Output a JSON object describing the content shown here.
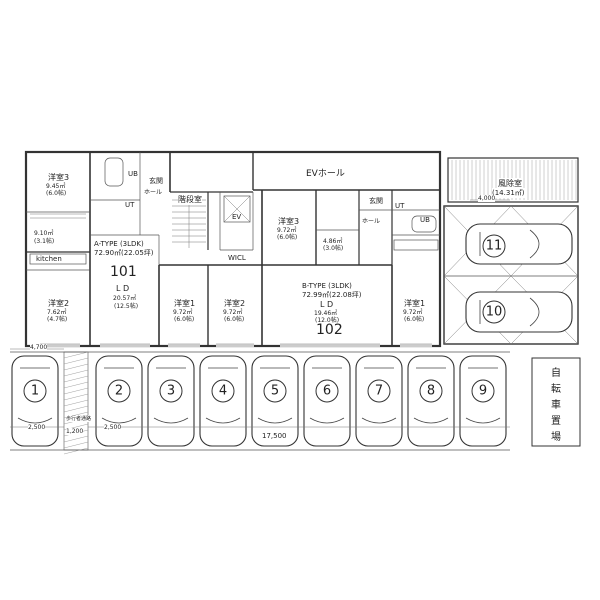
{
  "building": {
    "exterior_hall": "EVホール",
    "stair_hall": "階段室",
    "ev_label": "EV",
    "wicl": "WICL",
    "wind_room": "風除室",
    "wind_room_area": "(14.31㎡)",
    "bike_parking": [
      "自",
      "転",
      "車",
      "置",
      "場"
    ]
  },
  "unit101": {
    "number": "101",
    "type_label": "A-TYPE (3LDK)",
    "type_area": "72.90㎡(22.05坪)",
    "rooms": {
      "yoshitsu3": "洋室3",
      "yoshitsu3_area": "9.45㎡",
      "yoshitsu3_jo": "(6.0帖)",
      "ld_room": "9.10㎡",
      "ld_room_jo": "(3.1帖)",
      "kitchen": "kitchen",
      "ld": "L D",
      "ld_area": "20.57㎡",
      "ld_jo": "(12.5帖)",
      "yoshitsu2": "洋室2",
      "yoshitsu2_area": "7.62㎡",
      "yoshitsu2_jo": "(4.7帖)",
      "yoshitsu1": "洋室1",
      "yoshitsu1_area": "9.72㎡",
      "yoshitsu1_jo": "(6.0帖)",
      "ub": "UB",
      "ut": "UT",
      "entry": "玄関",
      "hall": "ホール"
    }
  },
  "unit102": {
    "number": "102",
    "type_label": "B-TYPE (3LDK)",
    "type_area": "72.99㎡(22.08坪)",
    "rooms": {
      "yoshitsu3": "洋室3",
      "yoshitsu3_area": "9.72㎡",
      "yoshitsu3_jo": "(6.0帖)",
      "wc_area": "4.86㎡",
      "wc_jo": "(3.0帖)",
      "ld": "L D",
      "ld_area": "19.46㎡",
      "ld_jo": "(12.0帖)",
      "yoshitsu2": "洋室2",
      "yoshitsu2_area": "9.72㎡",
      "yoshitsu2_jo": "(6.0帖)",
      "yoshitsu1": "洋室1",
      "yoshitsu1_area": "9.72㎡",
      "yoshitsu1_jo": "(6.0帖)",
      "ub": "UB",
      "ut": "UT",
      "entry": "玄関",
      "hall": "ホール"
    }
  },
  "parking": {
    "spaces": [
      "1",
      "2",
      "3",
      "4",
      "5",
      "6",
      "7",
      "8",
      "9"
    ],
    "side_spaces": [
      "11",
      "10"
    ],
    "walkway_label": "歩行者通路",
    "dim_total": "17,500",
    "dim_left": "2,500",
    "dim_second": "2,500",
    "dim_walk": "1,200",
    "dim_top": "4,700",
    "dim_side": "4,000"
  }
}
